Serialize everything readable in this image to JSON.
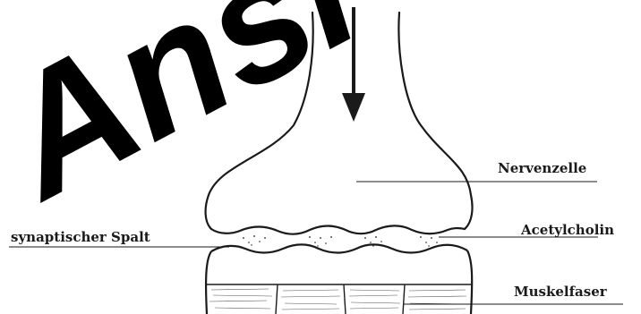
{
  "labels": {
    "nerve_cell": "Nervenzelle",
    "acetylcholine": "Acetylcholin",
    "synaptic_cleft": "synaptischer Spalt",
    "muscle_fiber": "Muskelfaser"
  },
  "watermark": {
    "text": "Ansi",
    "color": "#000000"
  },
  "colors": {
    "ink": "#1a1a1a",
    "background": "#ffffff"
  }
}
